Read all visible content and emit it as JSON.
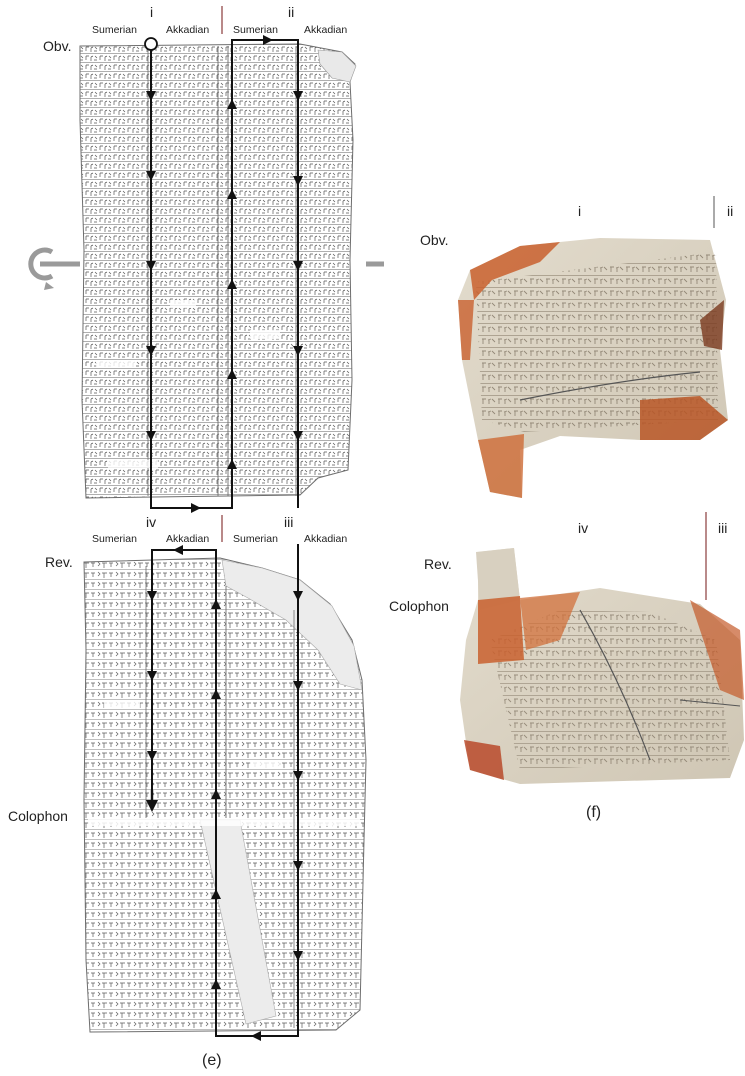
{
  "panel_e": {
    "obverse": {
      "side_label": "Obv.",
      "column_numerals": [
        "i",
        "ii"
      ],
      "column_headers": [
        "Sumerian",
        "Akkadian",
        "Sumerian",
        "Akkadian"
      ]
    },
    "reverse": {
      "side_label": "Rev.",
      "column_numerals": [
        "iv",
        "iii"
      ],
      "column_headers": [
        "Sumerian",
        "Akkadian",
        "Sumerian",
        "Akkadian"
      ],
      "colophon_label": "Colophon"
    },
    "caption": "(e)"
  },
  "panel_f": {
    "obverse": {
      "side_label": "Obv.",
      "column_numerals": [
        "i",
        "ii"
      ]
    },
    "reverse": {
      "side_label": "Rev.",
      "column_numerals": [
        "iv",
        "iii"
      ],
      "colophon_label": "Colophon"
    },
    "caption": "(f)"
  },
  "colors": {
    "line_art": "#6e6e6e",
    "reading_arrow": "#111111",
    "clay_light": "#d9d2c3",
    "clay_orange": "#c9602e",
    "divider_red": "#8a3b3b",
    "rotation_icon": "#9a9a9a"
  },
  "icons": [
    "flip-rotation-icon",
    "reading-start-circle-icon"
  ]
}
